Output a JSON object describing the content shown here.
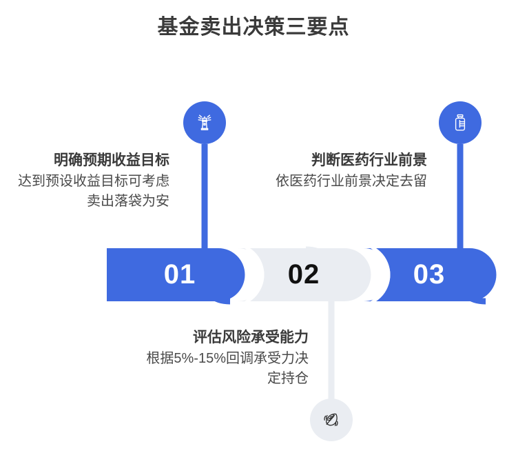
{
  "page": {
    "title": "基金卖出决策三要点",
    "background_color": "#ffffff"
  },
  "colors": {
    "accent_blue": "#3F6AE0",
    "muted_gray": "#EAEDF2",
    "title_text": "#3a3a3a",
    "body_text": "#4a4a4a",
    "number_light": "#ffffff",
    "number_dark": "#111111"
  },
  "steps": [
    {
      "number": "01",
      "title": "明确预期收益目标",
      "body": "达到预设收益目标可考虑卖出落袋为安",
      "icon": "lighthouse-icon",
      "banner_style": "blue",
      "number_color": "#ffffff",
      "position": "above"
    },
    {
      "number": "02",
      "title": "评估风险承受能力",
      "body": "根据5%-15%回调承受力决定持仓",
      "icon": "leaf-icon",
      "banner_style": "gray",
      "number_color": "#111111",
      "position": "below"
    },
    {
      "number": "03",
      "title": "判断医药行业前景",
      "body": "依医药行业前景决定去留",
      "icon": "medicine-bottle-icon",
      "banner_style": "blue",
      "number_color": "#ffffff",
      "position": "above"
    }
  ]
}
